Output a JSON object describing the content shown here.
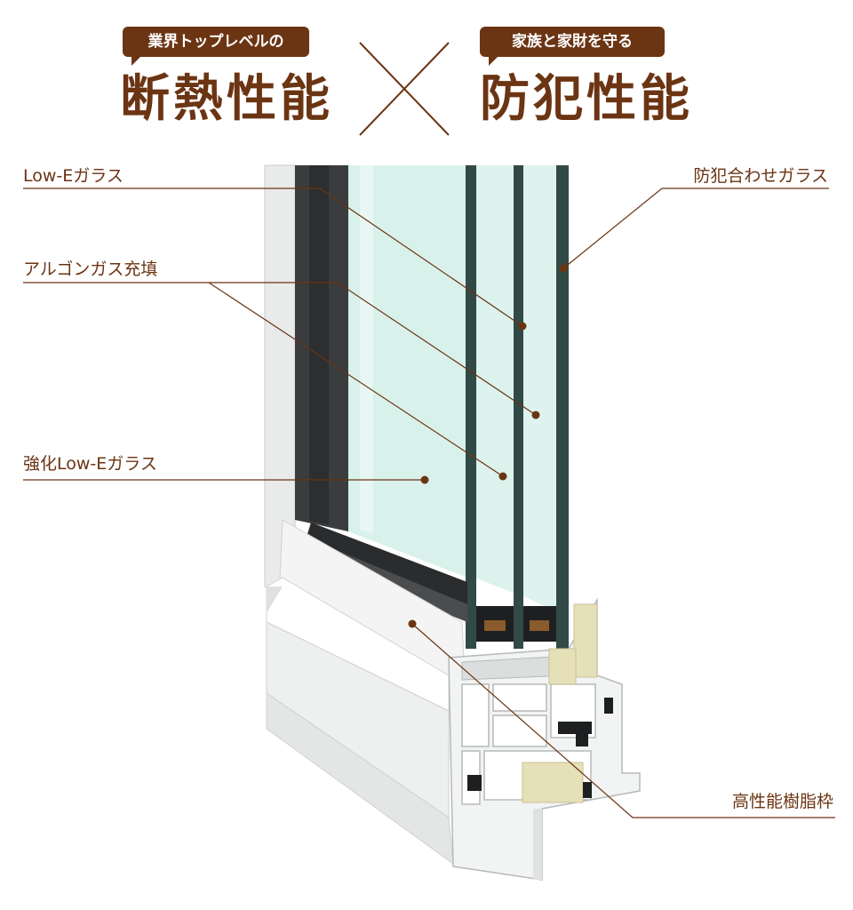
{
  "header": {
    "left_badge": "業界トップレベルの",
    "left_title": "断熱性能",
    "right_badge": "家族と家財を守る",
    "right_title": "防犯性能"
  },
  "callouts": {
    "low_e_glass": "Low-Eガラス",
    "argon_gas": "アルゴンガス充填",
    "tempered_low_e": "強化Low-Eガラス",
    "security_glass": "防犯合わせガラス",
    "resin_frame": "高性能樹脂枠"
  },
  "colors": {
    "brand_brown": "#6b3413",
    "glass_tint": "#d7f0ea",
    "frame_white": "#eeeeee",
    "frame_dark": "#3d3f41"
  }
}
